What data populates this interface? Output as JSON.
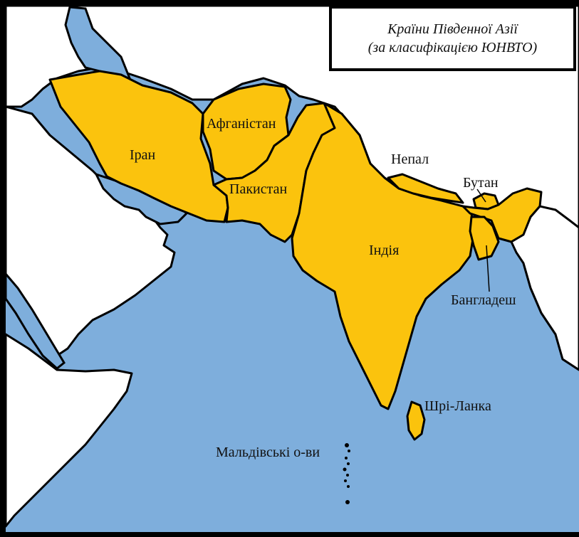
{
  "map": {
    "title_line1": "Країни Південної Азії",
    "title_line2": "(за класифікацією ЮНВТО)",
    "colors": {
      "sea": "#7eaedc",
      "land": "#ffffff",
      "highlight": "#fbc30d",
      "border": "#000000"
    },
    "countries": {
      "iran": "Іран",
      "afghanistan": "Афганістан",
      "pakistan": "Пакистан",
      "india": "Індія",
      "nepal": "Непал",
      "bhutan": "Бутан",
      "bangladesh": "Бангладеш",
      "sri_lanka": "Шрі-Ланка",
      "maldives": "Мальдівські о-ви"
    }
  }
}
